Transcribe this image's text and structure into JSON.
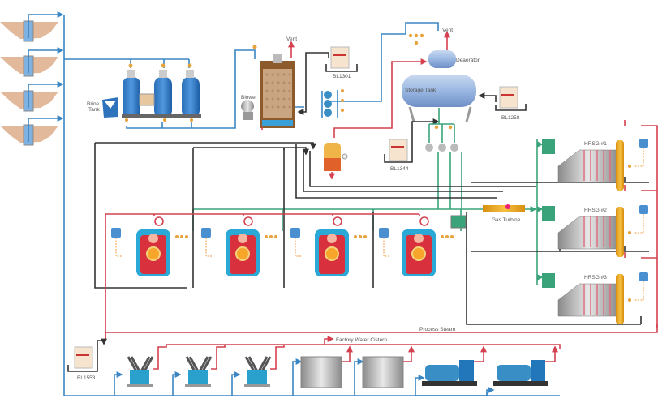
{
  "diagram": {
    "type": "industrial-steam-water-flow-diagram",
    "colors": {
      "water": "#3a86c4",
      "steam": "#d4404f",
      "chemical": "#333333",
      "feedwater": "#3aa37a",
      "valve": "#f0a030",
      "tank": "#8fb0dc",
      "boiler": "#d8303c"
    },
    "labels": {
      "brine_tank": "Brine",
      "brine_tank_2": "Tank",
      "blower": "Blower",
      "vent_1": "Vent",
      "vent_2": "Vent",
      "deaerator": "Deaerator",
      "storage_tank": "Storage Tank",
      "bl1301": "BL1301",
      "bl1258": "BL1258",
      "bl1344": "BL1344",
      "bl1553": "BL1553",
      "gas_turbine": "Gas Turbine",
      "hrsg1": "HRSG #1",
      "hrsg2": "HRSG #2",
      "hrsg3": "HRSG #3",
      "process_steam": "Process Steam",
      "factory_water_cistern": "Factory Water Cistern"
    },
    "components": {
      "wells": 4,
      "softeners": 3,
      "boilers": 4,
      "hrsgs": 3,
      "feed_pumps": 3,
      "chillers": 3,
      "cabinet_units": 2,
      "generators": 2
    }
  }
}
